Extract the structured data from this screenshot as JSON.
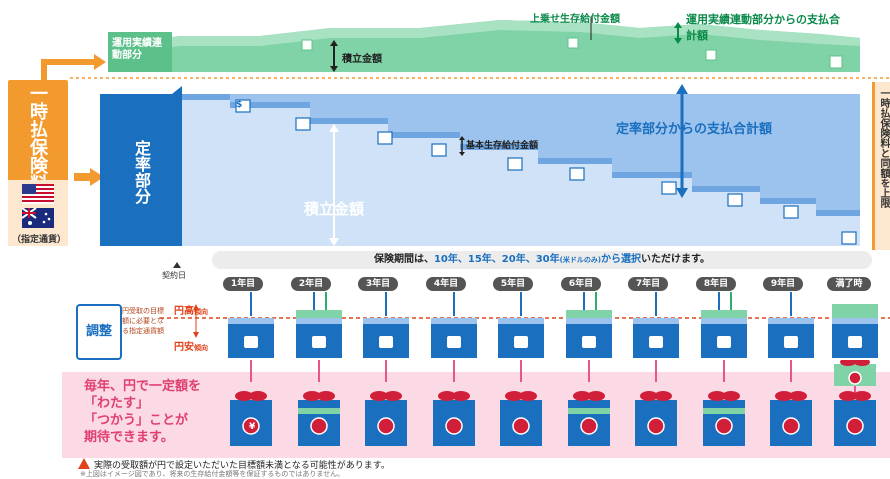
{
  "premium": {
    "title": "一時払保険料",
    "currency_note": "（指定通貨）",
    "flags": [
      "us-flag-icon",
      "australia-flag-icon"
    ]
  },
  "variable_part": {
    "label": "運用実績連動部分",
    "accumulation_label": "積立金額",
    "extra_survival_label": "上乗せ生存給付金額",
    "total_label": "運用実績連動部分からの支払合計額"
  },
  "fixed_part": {
    "label": "定率部分",
    "accumulation_label": "積立金額",
    "basic_survival_label": "基本生存給付金額",
    "total_label": "定率部分からの支払合計額"
  },
  "right_note": "一時払保険料と同額を上限",
  "term": {
    "prefix": "保険期間は、",
    "options": "10年、15年、20年、30年",
    "usd_note": "(米ドルのみ)",
    "highlight": "から選択",
    "suffix": "いただけます。",
    "start_label": "契約日"
  },
  "years": [
    "1年目",
    "2年目",
    "3年目",
    "4年目",
    "5年目",
    "6年目",
    "7年目",
    "8年目",
    "9年目",
    "満了時"
  ],
  "adjust": {
    "label": "調整",
    "note": "円受取の目標額に必要となる指定通貨額",
    "high": "円高",
    "high_suffix": "傾向",
    "low": "円安",
    "low_suffix": "傾向"
  },
  "pink": {
    "line1": "毎年、円で一定額を",
    "line2": "「わたす」",
    "line3": "「つかう」ことが",
    "line4": "期待できます。"
  },
  "warning": {
    "line1": "実際の受取額が円で設定いただいた目標額未満となる可能性があります。",
    "line2": "※上図はイメージ図であり、将来の生存給付金額等を保証するものではありません。"
  },
  "icons": {
    "dollar": "$",
    "yen": "¥"
  },
  "colors": {
    "orange": "#f39a2e",
    "blue": "#1a6fbf",
    "light_blue": "#9cc3ee",
    "green": "#5cc08a",
    "pink": "#e8558a",
    "dark_label": "#555555"
  }
}
